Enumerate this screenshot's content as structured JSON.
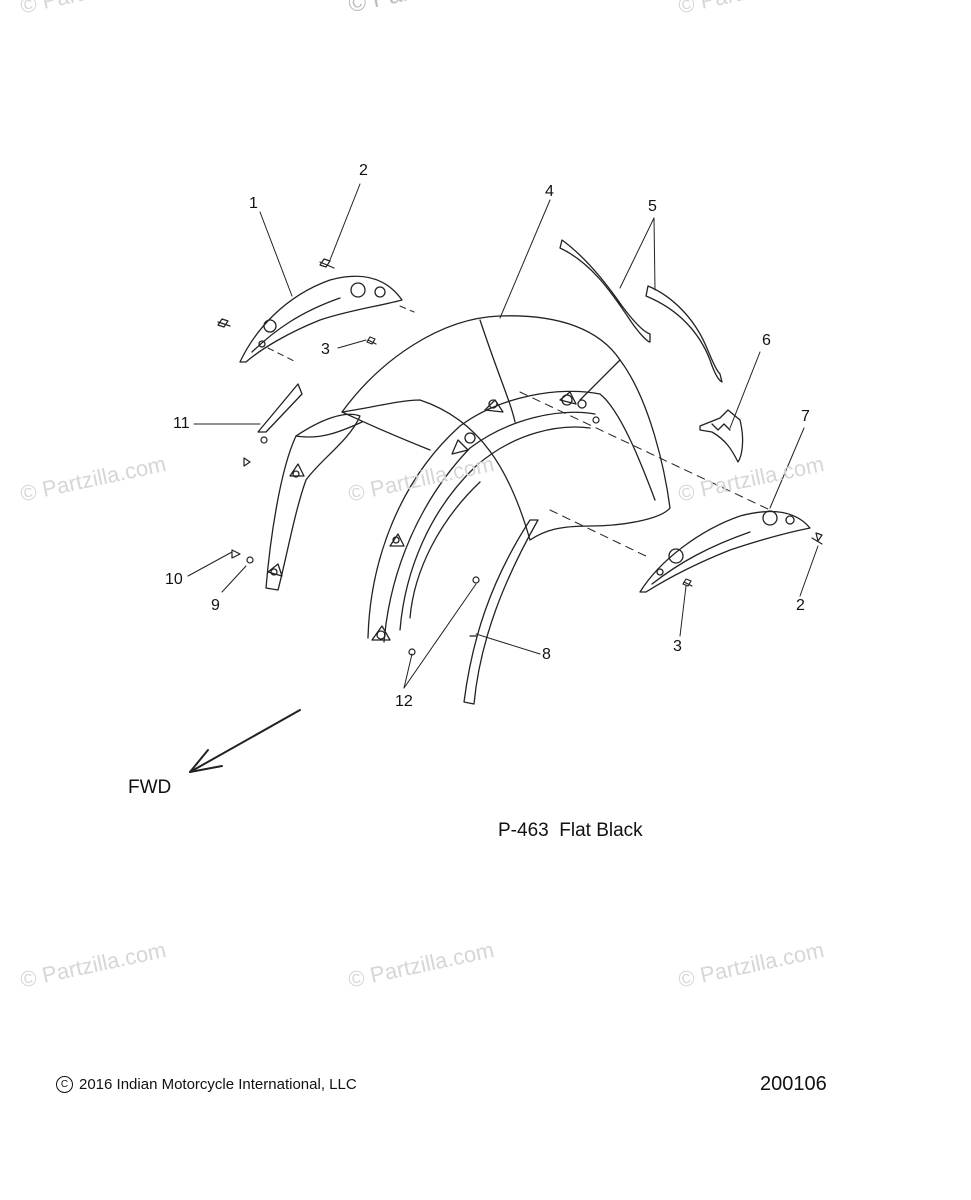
{
  "watermarks": {
    "top_center": "© Partzilla.com",
    "top_left": "© Partzilla.com",
    "top_right": "© Partzilla.com",
    "mid_left": "© Partzilla.com",
    "mid_center": "© Partzilla.com",
    "mid_right": "© Partzilla.com",
    "low_left": "© Partzilla.com",
    "low_center": "© Partzilla.com",
    "low_right": "© Partzilla.com"
  },
  "callouts": {
    "c1": "1",
    "c2a": "2",
    "c2b": "2",
    "c3a": "3",
    "c3b": "3",
    "c4": "4",
    "c5": "5",
    "c6": "6",
    "c7": "7",
    "c8": "8",
    "c9": "9",
    "c10": "10",
    "c11": "11",
    "c12": "12"
  },
  "direction_label": "FWD",
  "paint_note": "P-463  Flat Black",
  "footer": {
    "copyright_symbol": "C",
    "copyright_text": "2016 Indian Motorcycle International, LLC",
    "diagram_id": "200106"
  }
}
